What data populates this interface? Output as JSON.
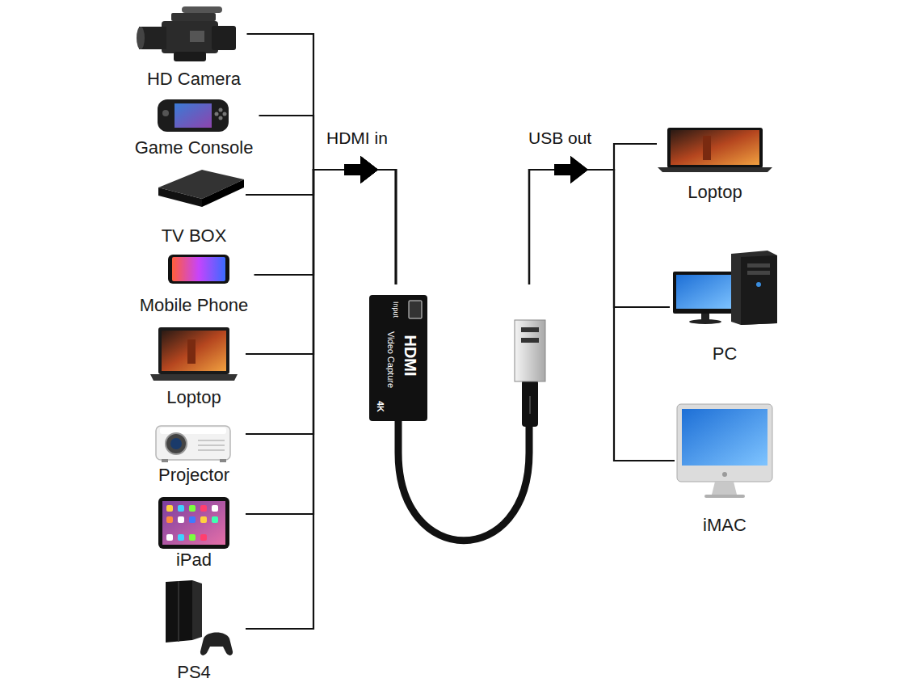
{
  "diagram": {
    "nodes": [
      {
        "text": [
          "HD Camera"
        ]
      },
      {
        "text": [
          "Game Console"
        ]
      },
      {
        "text": [
          "TV BOX"
        ]
      },
      {
        "text": [
          "Mobile Phone"
        ]
      },
      {
        "text": [
          "Loptop"
        ]
      },
      {
        "text": [
          "Projector"
        ]
      },
      {
        "text": [
          "iPad"
        ]
      },
      {
        "text": [
          "PS4"
        ]
      },
      {
        "text": [
          "HDMI",
          "Video Capture"
        ]
      },
      {
        "text": [
          "Loptop"
        ]
      },
      {
        "text": [
          "PC"
        ]
      },
      {
        "text": [
          "iMAC"
        ]
      }
    ],
    "edges": [
      {
        "from": 0,
        "to": 8,
        "arrow": "to"
      },
      {
        "from": 1,
        "to": 8,
        "arrow": "to"
      },
      {
        "from": 2,
        "to": 8,
        "arrow": "to"
      },
      {
        "from": 3,
        "to": 8,
        "arrow": "to"
      },
      {
        "from": 4,
        "to": 8,
        "arrow": "to"
      },
      {
        "from": 5,
        "to": 8,
        "arrow": "to"
      },
      {
        "from": 6,
        "to": 8,
        "arrow": "to"
      },
      {
        "from": 7,
        "to": 8,
        "arrow": "to"
      },
      {
        "from": 8,
        "to": 9,
        "arrow": "to"
      },
      {
        "from": 8,
        "to": 10,
        "arrow": "to"
      },
      {
        "from": 8,
        "to": 11,
        "arrow": "to"
      }
    ],
    "labels": [
      "HDMI in",
      "USB out",
      "4K",
      "Input"
    ]
  }
}
